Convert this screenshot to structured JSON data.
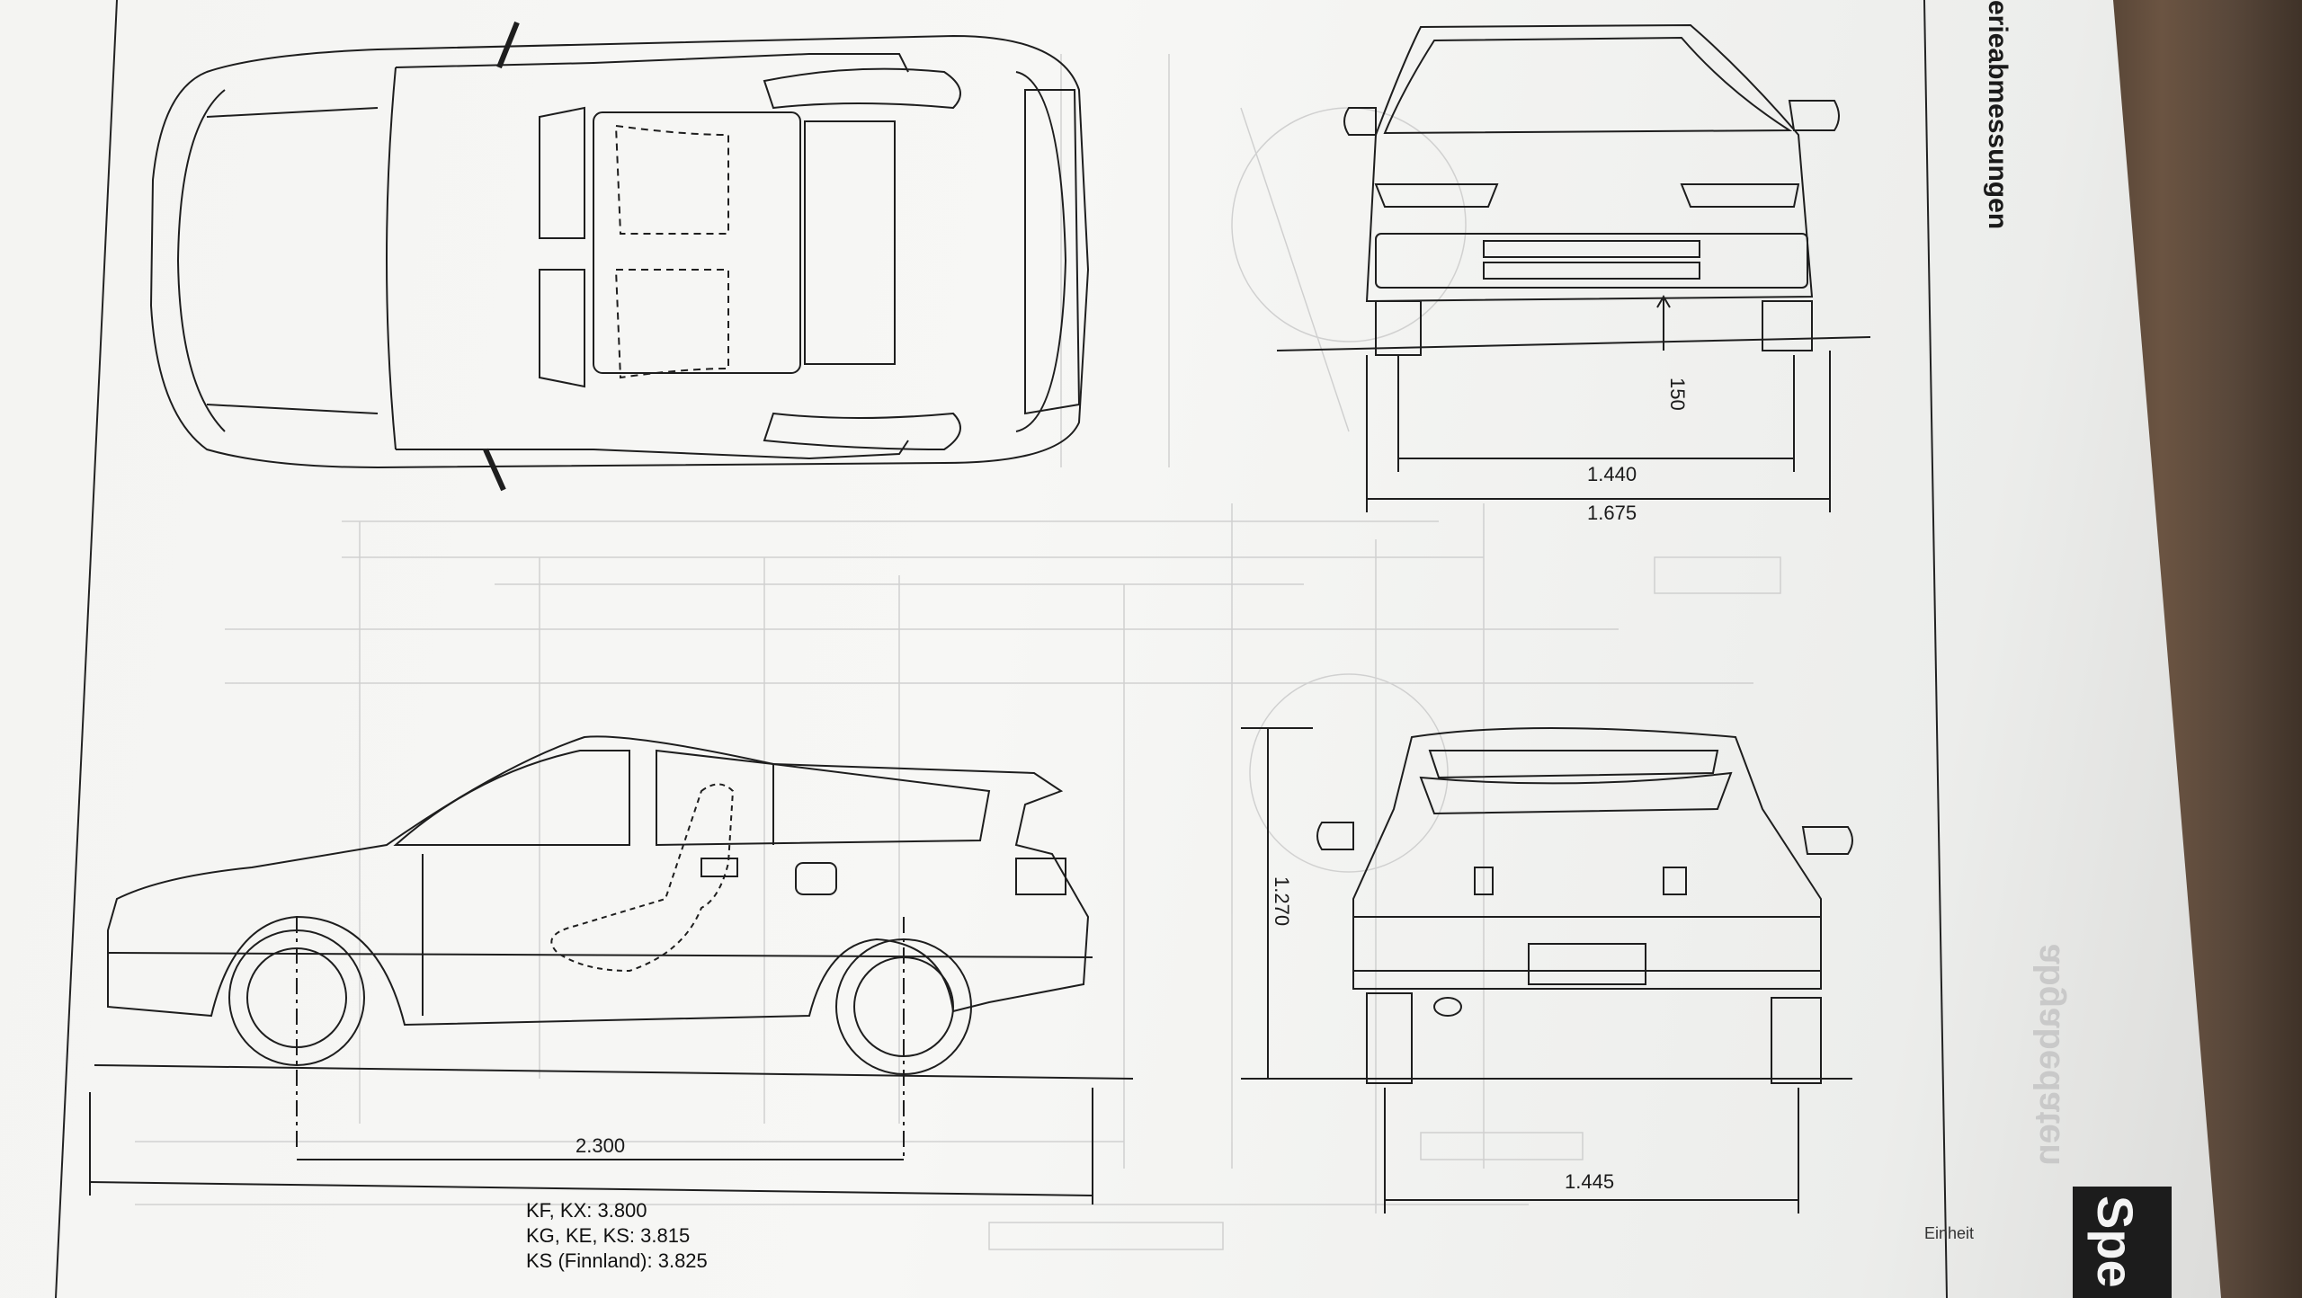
{
  "page": {
    "title": "erieabmessungen",
    "mirrored_bleed_text": "abgabedaten",
    "tab_label": "Spe",
    "corner_text": "Einheit"
  },
  "dimensions": {
    "height_ground": "150",
    "track_front": "1.440",
    "width_overall": "1.675",
    "height_overall": "1.270",
    "wheelbase": "2.300",
    "track_rear": "1.445"
  },
  "lengths": [
    {
      "text": "KF, KX: 3.800"
    },
    {
      "text": "KG, KE, KS: 3.815"
    },
    {
      "text": "KS (Finnland): 3.825"
    }
  ]
}
